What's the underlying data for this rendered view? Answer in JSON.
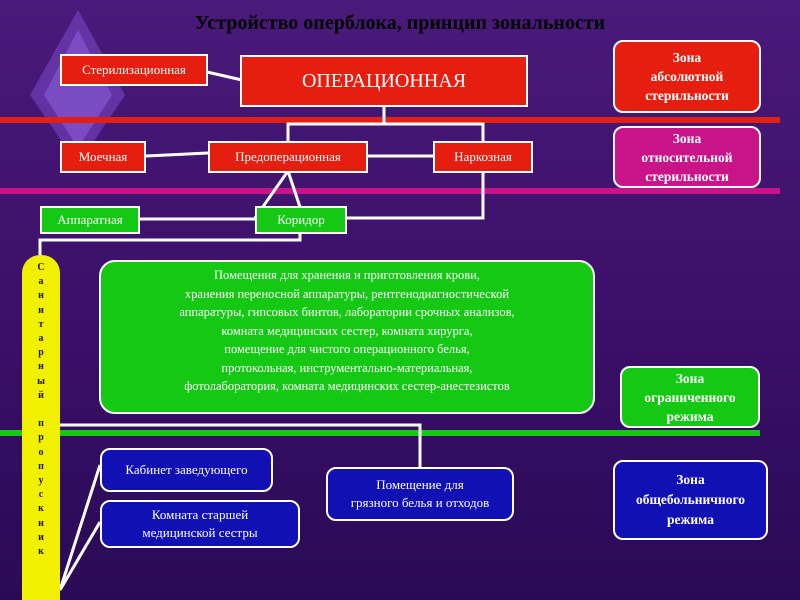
{
  "title": "Устройство оперблока, принцип зональности",
  "rooms": {
    "sterilization": "Стерилизационная",
    "operating": "ОПЕРАЦИОННАЯ",
    "washing": "Моечная",
    "preop": "Предоперационная",
    "anesthesia": "Наркозная",
    "equipment": "Аппаратная",
    "corridor": "Коридор",
    "storage": "Помещения для хранения и приготовления крови,\nхранения переносной аппаратуры, рентгенодиагностической\nаппаратуры, гипсовых бинтов, лаборатории срочных анализов,\nкомната медицинских сестер, комната хирурга,\nпомещение для чистого операционного белья,\nпротокольная, инструментально-материальная,\nфотолаборатория, комната медицинских сестер-анестезистов",
    "head_office": "Кабинет заведующего",
    "senior_nurse": "Комната старшей\nмедицинской сестры",
    "dirty_linen": "Помещение для\nгрязного белья и отходов",
    "sanitary": "С\nа\nн\nи\nт\nа\nр\nн\nы\nй\n\nп\nр\nо\nп\nу\nс\nк\nн\nи\nк"
  },
  "zones": {
    "absolute": "Зона\nабсолютной\nстерильности",
    "relative": "Зона\nотносительной\nстерильности",
    "limited": "Зона\nограниченного\nрежима",
    "general": "Зона\nобщебольничного\nрежима"
  },
  "colors": {
    "absolute_line": "#e61e10",
    "relative_line": "#c81488",
    "limited_line": "#14c814",
    "background": "#3a0f68"
  }
}
